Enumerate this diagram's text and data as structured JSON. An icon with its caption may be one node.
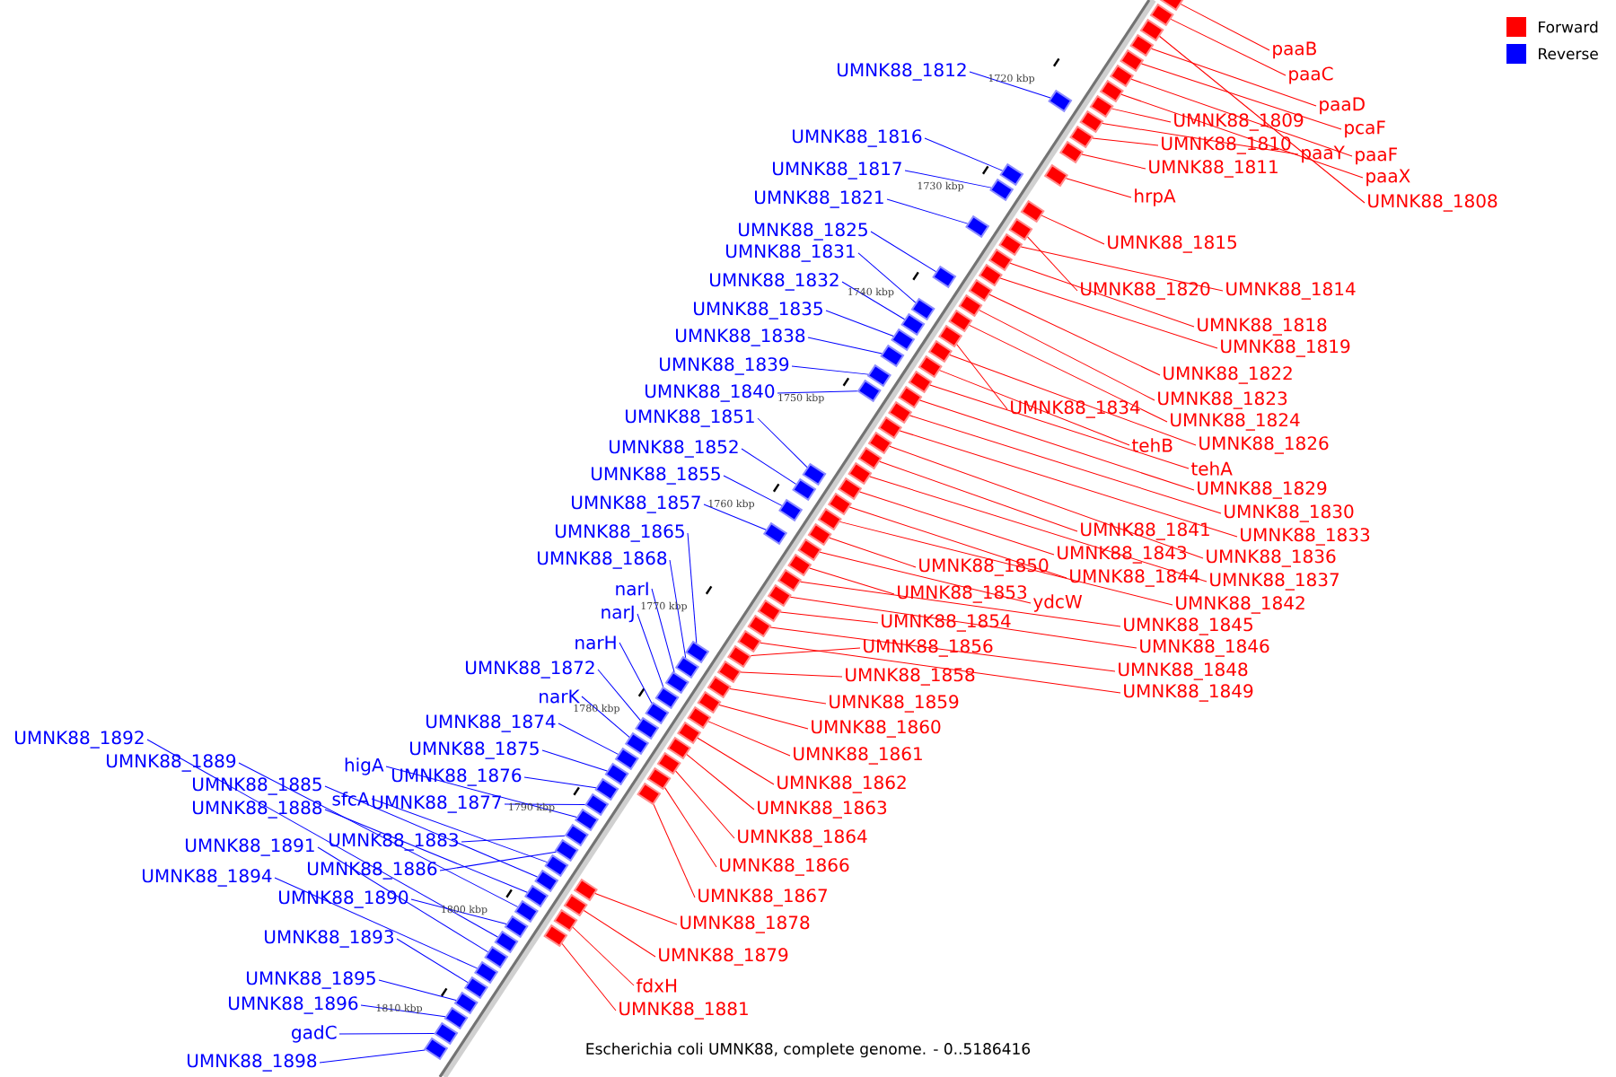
{
  "diagram": {
    "caption": "Escherichia coli UMNK88, complete genome. - 0..5186416",
    "nodes": [
      {
        "text": [
          "UMNK88_1812"
        ]
      },
      {
        "text": [
          "UMNK88_1816"
        ]
      },
      {
        "text": [
          "UMNK88_1817"
        ]
      },
      {
        "text": [
          "UMNK88_1821"
        ]
      },
      {
        "text": [
          "UMNK88_1825"
        ]
      },
      {
        "text": [
          "UMNK88_1831"
        ]
      },
      {
        "text": [
          "UMNK88_1832"
        ]
      },
      {
        "text": [
          "UMNK88_1835"
        ]
      },
      {
        "text": [
          "UMNK88_1838"
        ]
      },
      {
        "text": [
          "UMNK88_1839"
        ]
      },
      {
        "text": [
          "UMNK88_1840"
        ]
      },
      {
        "text": [
          "UMNK88_1851"
        ]
      },
      {
        "text": [
          "UMNK88_1852"
        ]
      },
      {
        "text": [
          "UMNK88_1855"
        ]
      },
      {
        "text": [
          "UMNK88_1857"
        ]
      },
      {
        "text": [
          "UMNK88_1865"
        ]
      },
      {
        "text": [
          "UMNK88_1868"
        ]
      },
      {
        "text": [
          "narI"
        ]
      },
      {
        "text": [
          "narJ"
        ]
      },
      {
        "text": [
          "narH"
        ]
      },
      {
        "text": [
          "UMNK88_1872"
        ]
      },
      {
        "text": [
          "narK"
        ]
      },
      {
        "text": [
          "UMNK88_1874"
        ]
      },
      {
        "text": [
          "UMNK88_1875"
        ]
      },
      {
        "text": [
          "UMNK88_1876"
        ]
      },
      {
        "text": [
          "UMNK88_1877"
        ]
      },
      {
        "text": [
          "higA"
        ]
      },
      {
        "text": [
          "sfcA"
        ]
      },
      {
        "text": [
          "UMNK88_1883"
        ]
      },
      {
        "text": [
          "UMNK88_1885"
        ]
      },
      {
        "text": [
          "UMNK88_1888"
        ]
      },
      {
        "text": [
          "UMNK88_1886"
        ]
      },
      {
        "text": [
          "UMNK88_1889"
        ]
      },
      {
        "text": [
          "UMNK88_1892"
        ]
      },
      {
        "text": [
          "UMNK88_1891"
        ]
      },
      {
        "text": [
          "UMNK88_1894"
        ]
      },
      {
        "text": [
          "UMNK88_1890"
        ]
      },
      {
        "text": [
          "UMNK88_1893"
        ]
      },
      {
        "text": [
          "UMNK88_1895"
        ]
      },
      {
        "text": [
          "UMNK88_1896"
        ]
      },
      {
        "text": [
          "gadC"
        ]
      },
      {
        "text": [
          "UMNK88_1898"
        ]
      },
      {
        "text": [
          "paaB"
        ]
      },
      {
        "text": [
          "paaC"
        ]
      },
      {
        "text": [
          "paaD"
        ]
      },
      {
        "text": [
          "pcaF"
        ]
      },
      {
        "text": [
          "paaF"
        ]
      },
      {
        "text": [
          "paaX"
        ]
      },
      {
        "text": [
          "UMNK88_1808"
        ]
      },
      {
        "text": [
          "UMNK88_1809"
        ]
      },
      {
        "text": [
          "UMNK88_1810"
        ]
      },
      {
        "text": [
          "paaY"
        ]
      },
      {
        "text": [
          "UMNK88_1811"
        ]
      },
      {
        "text": [
          "hrpA"
        ]
      },
      {
        "text": [
          "UMNK88_1815"
        ]
      },
      {
        "text": [
          "UMNK88_1820"
        ]
      },
      {
        "text": [
          "UMNK88_1814"
        ]
      },
      {
        "text": [
          "UMNK88_1818"
        ]
      },
      {
        "text": [
          "UMNK88_1819"
        ]
      },
      {
        "text": [
          "UMNK88_1822"
        ]
      },
      {
        "text": [
          "UMNK88_1823"
        ]
      },
      {
        "text": [
          "UMNK88_1834"
        ]
      },
      {
        "text": [
          "UMNK88_1824"
        ]
      },
      {
        "text": [
          "tehB"
        ]
      },
      {
        "text": [
          "UMNK88_1826"
        ]
      },
      {
        "text": [
          "tehA"
        ]
      },
      {
        "text": [
          "UMNK88_1829"
        ]
      },
      {
        "text": [
          "UMNK88_1830"
        ]
      },
      {
        "text": [
          "UMNK88_1833"
        ]
      },
      {
        "text": [
          "UMNK88_1841"
        ]
      },
      {
        "text": [
          "UMNK88_1843"
        ]
      },
      {
        "text": [
          "UMNK88_1836"
        ]
      },
      {
        "text": [
          "UMNK88_1850"
        ]
      },
      {
        "text": [
          "UMNK88_1844"
        ]
      },
      {
        "text": [
          "UMNK88_1837"
        ]
      },
      {
        "text": [
          "UMNK88_1853"
        ]
      },
      {
        "text": [
          "ydcW"
        ]
      },
      {
        "text": [
          "UMNK88_1842"
        ]
      },
      {
        "text": [
          "UMNK88_1854"
        ]
      },
      {
        "text": [
          "UMNK88_1845"
        ]
      },
      {
        "text": [
          "UMNK88_1856"
        ]
      },
      {
        "text": [
          "UMNK88_1846"
        ]
      },
      {
        "text": [
          "UMNK88_1848"
        ]
      },
      {
        "text": [
          "UMNK88_1858"
        ]
      },
      {
        "text": [
          "UMNK88_1849"
        ]
      },
      {
        "text": [
          "UMNK88_1859"
        ]
      },
      {
        "text": [
          "UMNK88_1860"
        ]
      },
      {
        "text": [
          "UMNK88_1861"
        ]
      },
      {
        "text": [
          "UMNK88_1862"
        ]
      },
      {
        "text": [
          "UMNK88_1863"
        ]
      },
      {
        "text": [
          "UMNK88_1864"
        ]
      },
      {
        "text": [
          "UMNK88_1866"
        ]
      },
      {
        "text": [
          "UMNK88_1867"
        ]
      },
      {
        "text": [
          "UMNK88_1878"
        ]
      },
      {
        "text": [
          "UMNK88_1879"
        ]
      },
      {
        "text": [
          "fdxH"
        ]
      },
      {
        "text": [
          "UMNK88_1881"
        ]
      },
      {
        "text": [],
        "shape": "bar"
      },
      {
        "text": [],
        "shape": "bar"
      },
      {
        "text": [],
        "shape": "bar"
      },
      {
        "text": [],
        "shape": "bar"
      },
      {
        "text": [],
        "shape": "bar"
      },
      {
        "text": [],
        "shape": "bar"
      },
      {
        "text": [],
        "shape": "bar"
      },
      {
        "text": [],
        "shape": "bar"
      },
      {
        "text": [],
        "shape": "bar"
      },
      {
        "text": [],
        "shape": "bar"
      },
      {
        "text": [],
        "shape": "bar"
      },
      {
        "text": [],
        "shape": "bar"
      },
      {
        "text": [],
        "shape": "bar"
      },
      {
        "text": [],
        "shape": "bar"
      },
      {
        "text": [],
        "shape": "bar"
      },
      {
        "text": [],
        "shape": "bar"
      },
      {
        "text": [],
        "shape": "bar"
      },
      {
        "text": [],
        "shape": "bar"
      },
      {
        "text": [],
        "shape": "bar"
      },
      {
        "text": [],
        "shape": "bar"
      },
      {
        "text": [],
        "shape": "bar"
      },
      {
        "text": [],
        "shape": "bar"
      },
      {
        "text": [],
        "shape": "bar"
      },
      {
        "text": [],
        "shape": "bar"
      },
      {
        "text": [],
        "shape": "bar"
      },
      {
        "text": [],
        "shape": "bar"
      },
      {
        "text": [],
        "shape": "bar"
      },
      {
        "text": [],
        "shape": "bar"
      },
      {
        "text": [],
        "shape": "bar"
      },
      {
        "text": [],
        "shape": "bar"
      },
      {
        "text": [],
        "shape": "bar"
      },
      {
        "text": [],
        "shape": "bar"
      },
      {
        "text": [],
        "shape": "bar"
      },
      {
        "text": [],
        "shape": "bar"
      },
      {
        "text": [],
        "shape": "bar"
      },
      {
        "text": [],
        "shape": "bar"
      },
      {
        "text": [],
        "shape": "bar"
      },
      {
        "text": [],
        "shape": "bar"
      },
      {
        "text": [],
        "shape": "bar"
      },
      {
        "text": [],
        "shape": "bar"
      },
      {
        "text": [],
        "shape": "bar"
      },
      {
        "text": [],
        "shape": "bar"
      },
      {
        "text": [],
        "shape": "bar"
      },
      {
        "text": [],
        "shape": "bar"
      },
      {
        "text": [],
        "shape": "bar"
      },
      {
        "text": [],
        "shape": "bar"
      },
      {
        "text": [],
        "shape": "bar"
      },
      {
        "text": [],
        "shape": "bar"
      },
      {
        "text": [],
        "shape": "bar"
      },
      {
        "text": [],
        "shape": "bar"
      },
      {
        "text": [],
        "shape": "bar"
      },
      {
        "text": [],
        "shape": "bar"
      },
      {
        "text": [],
        "shape": "bar"
      },
      {
        "text": [],
        "shape": "bar"
      },
      {
        "text": [],
        "shape": "bar"
      },
      {
        "text": [],
        "shape": "bar"
      },
      {
        "text": [],
        "shape": "bar"
      },
      {
        "text": [],
        "shape": "bar"
      },
      {
        "text": [],
        "shape": "bar"
      },
      {
        "text": [],
        "shape": "bar"
      },
      {
        "text": [],
        "shape": "bar"
      },
      {
        "text": [],
        "shape": "bar"
      },
      {
        "text": [],
        "shape": "bar"
      },
      {
        "text": [],
        "shape": "bar"
      },
      {
        "text": [],
        "shape": "bar"
      },
      {
        "text": [],
        "shape": "bar"
      },
      {
        "text": [],
        "shape": "bar"
      },
      {
        "text": [],
        "shape": "bar"
      },
      {
        "text": [],
        "shape": "bar"
      },
      {
        "text": [],
        "shape": "bar"
      },
      {
        "text": [],
        "shape": "bar"
      },
      {
        "text": [],
        "shape": "bar"
      },
      {
        "text": [],
        "shape": "bar"
      },
      {
        "text": [],
        "shape": "bar"
      },
      {
        "text": [],
        "shape": "bar"
      },
      {
        "text": [],
        "shape": "bar"
      },
      {
        "text": [],
        "shape": "bar"
      },
      {
        "text": [],
        "shape": "bar"
      },
      {
        "text": [],
        "shape": "bar"
      },
      {
        "text": [],
        "shape": "bar"
      },
      {
        "text": [],
        "shape": "bar"
      },
      {
        "text": [],
        "shape": "bar"
      },
      {
        "text": [],
        "shape": "bar"
      },
      {
        "text": [],
        "shape": "bar"
      },
      {
        "text": [],
        "shape": "bar"
      },
      {
        "text": [],
        "shape": "bar"
      },
      {
        "text": [],
        "shape": "bar"
      },
      {
        "text": [],
        "shape": "bar"
      },
      {
        "text": [],
        "shape": "bar"
      },
      {
        "text": [],
        "shape": "bar"
      },
      {
        "text": [],
        "shape": "bar"
      },
      {
        "text": [],
        "shape": "bar"
      },
      {
        "text": [],
        "shape": "bar"
      },
      {
        "text": [],
        "shape": "bar"
      },
      {
        "text": [],
        "shape": "bar"
      },
      {
        "text": [],
        "shape": "bar"
      },
      {
        "text": [],
        "shape": "bar"
      }
    ],
    "edges": [
      {
        "from": 0,
        "to": 97,
        "arrow": "none",
        "color": "#0000ff"
      },
      {
        "from": 1,
        "to": 98,
        "arrow": "none",
        "color": "#0000ff"
      },
      {
        "from": 2,
        "to": 99,
        "arrow": "none",
        "color": "#0000ff"
      },
      {
        "from": 3,
        "to": 100,
        "arrow": "none",
        "color": "#0000ff"
      },
      {
        "from": 4,
        "to": 101,
        "arrow": "none",
        "color": "#0000ff"
      },
      {
        "from": 5,
        "to": 102,
        "arrow": "none",
        "color": "#0000ff"
      },
      {
        "from": 6,
        "to": 103,
        "arrow": "none",
        "color": "#0000ff"
      },
      {
        "from": 7,
        "to": 104,
        "arrow": "none",
        "color": "#0000ff"
      },
      {
        "from": 8,
        "to": 105,
        "arrow": "none",
        "color": "#0000ff"
      },
      {
        "from": 9,
        "to": 106,
        "arrow": "none",
        "color": "#0000ff"
      },
      {
        "from": 10,
        "to": 107,
        "arrow": "none",
        "color": "#0000ff"
      },
      {
        "from": 11,
        "to": 108,
        "arrow": "none",
        "color": "#0000ff"
      },
      {
        "from": 12,
        "to": 109,
        "arrow": "none",
        "color": "#0000ff"
      },
      {
        "from": 13,
        "to": 110,
        "arrow": "none",
        "color": "#0000ff"
      },
      {
        "from": 14,
        "to": 111,
        "arrow": "none",
        "color": "#0000ff"
      },
      {
        "from": 15,
        "to": 112,
        "arrow": "none",
        "color": "#0000ff"
      },
      {
        "from": 16,
        "to": 113,
        "arrow": "none",
        "color": "#0000ff"
      },
      {
        "from": 17,
        "to": 114,
        "arrow": "none",
        "color": "#0000ff"
      },
      {
        "from": 18,
        "to": 115,
        "arrow": "none",
        "color": "#0000ff"
      },
      {
        "from": 19,
        "to": 116,
        "arrow": "none",
        "color": "#0000ff"
      },
      {
        "from": 20,
        "to": 117,
        "arrow": "none",
        "color": "#0000ff"
      },
      {
        "from": 21,
        "to": 118,
        "arrow": "none",
        "color": "#0000ff"
      },
      {
        "from": 22,
        "to": 119,
        "arrow": "none",
        "color": "#0000ff"
      },
      {
        "from": 23,
        "to": 120,
        "arrow": "none",
        "color": "#0000ff"
      },
      {
        "from": 24,
        "to": 121,
        "arrow": "none",
        "color": "#0000ff"
      },
      {
        "from": 25,
        "to": 122,
        "arrow": "none",
        "color": "#0000ff"
      },
      {
        "from": 26,
        "to": 123,
        "arrow": "none",
        "color": "#0000ff"
      },
      {
        "from": 27,
        "to": 124,
        "arrow": "none",
        "color": "#0000ff"
      },
      {
        "from": 28,
        "to": 125,
        "arrow": "none",
        "color": "#0000ff"
      },
      {
        "from": 29,
        "to": 126,
        "arrow": "none",
        "color": "#0000ff"
      },
      {
        "from": 30,
        "to": 127,
        "arrow": "none",
        "color": "#0000ff"
      },
      {
        "from": 31,
        "to": 128,
        "arrow": "none",
        "color": "#0000ff"
      },
      {
        "from": 32,
        "to": 129,
        "arrow": "none",
        "color": "#0000ff"
      },
      {
        "from": 33,
        "to": 130,
        "arrow": "none",
        "color": "#0000ff"
      },
      {
        "from": 34,
        "to": 131,
        "arrow": "none",
        "color": "#0000ff"
      },
      {
        "from": 35,
        "to": 132,
        "arrow": "none",
        "color": "#0000ff"
      },
      {
        "from": 36,
        "to": 133,
        "arrow": "none",
        "color": "#0000ff"
      },
      {
        "from": 37,
        "to": 134,
        "arrow": "none",
        "color": "#0000ff"
      },
      {
        "from": 38,
        "to": 135,
        "arrow": "none",
        "color": "#0000ff"
      },
      {
        "from": 39,
        "to": 136,
        "arrow": "none",
        "color": "#0000ff"
      },
      {
        "from": 40,
        "to": 137,
        "arrow": "none",
        "color": "#0000ff"
      },
      {
        "from": 41,
        "to": 138,
        "arrow": "none",
        "color": "#0000ff"
      },
      {
        "from": 42,
        "to": 139,
        "arrow": "none"
      },
      {
        "from": 43,
        "to": 140,
        "arrow": "none"
      },
      {
        "from": 44,
        "to": 141,
        "arrow": "none"
      },
      {
        "from": 45,
        "to": 142,
        "arrow": "none"
      },
      {
        "from": 46,
        "to": 143,
        "arrow": "none"
      },
      {
        "from": 47,
        "to": 144,
        "arrow": "none"
      },
      {
        "from": 48,
        "to": 145,
        "arrow": "none"
      },
      {
        "from": 49,
        "to": 146,
        "arrow": "none"
      },
      {
        "from": 50,
        "to": 147,
        "arrow": "none"
      },
      {
        "from": 51,
        "to": 148,
        "arrow": "none"
      },
      {
        "from": 52,
        "to": 149,
        "arrow": "none"
      },
      {
        "from": 53,
        "to": 150,
        "arrow": "none"
      },
      {
        "from": 54,
        "to": 151,
        "arrow": "none"
      },
      {
        "from": 55,
        "to": 152,
        "arrow": "none"
      },
      {
        "from": 56,
        "to": 153,
        "arrow": "none"
      },
      {
        "from": 57,
        "to": 154,
        "arrow": "none"
      },
      {
        "from": 58,
        "to": 155,
        "arrow": "none"
      },
      {
        "from": 59,
        "to": 156,
        "arrow": "none"
      },
      {
        "from": 60,
        "to": 157,
        "arrow": "none"
      },
      {
        "from": 61,
        "to": 158,
        "arrow": "none"
      },
      {
        "from": 62,
        "to": 159,
        "arrow": "none"
      },
      {
        "from": 63,
        "to": 160,
        "arrow": "none"
      },
      {
        "from": 64,
        "to": 161,
        "arrow": "none"
      },
      {
        "from": 65,
        "to": 162,
        "arrow": "none"
      },
      {
        "from": 66,
        "to": 163,
        "arrow": "none"
      },
      {
        "from": 67,
        "to": 164,
        "arrow": "none"
      },
      {
        "from": 68,
        "to": 165,
        "arrow": "none"
      },
      {
        "from": 69,
        "to": 166,
        "arrow": "none"
      },
      {
        "from": 70,
        "to": 167,
        "arrow": "none"
      },
      {
        "from": 71,
        "to": 168,
        "arrow": "none"
      },
      {
        "from": 72,
        "to": 169,
        "arrow": "none"
      },
      {
        "from": 73,
        "to": 170,
        "arrow": "none"
      },
      {
        "from": 74,
        "to": 171,
        "arrow": "none"
      },
      {
        "from": 75,
        "to": 172,
        "arrow": "none"
      },
      {
        "from": 76,
        "to": 173,
        "arrow": "none"
      },
      {
        "from": 77,
        "to": 174,
        "arrow": "none"
      },
      {
        "from": 78,
        "to": 175,
        "arrow": "none"
      },
      {
        "from": 79,
        "to": 176,
        "arrow": "none"
      },
      {
        "from": 80,
        "to": 177,
        "arrow": "none"
      },
      {
        "from": 81,
        "to": 178,
        "arrow": "none"
      },
      {
        "from": 82,
        "to": 179,
        "arrow": "none"
      },
      {
        "from": 83,
        "to": 180,
        "arrow": "none"
      },
      {
        "from": 84,
        "to": 181,
        "arrow": "none"
      },
      {
        "from": 85,
        "to": 182,
        "arrow": "none"
      },
      {
        "from": 86,
        "to": 183,
        "arrow": "none"
      },
      {
        "from": 87,
        "to": 184,
        "arrow": "none"
      },
      {
        "from": 88,
        "to": 185,
        "arrow": "none"
      },
      {
        "from": 89,
        "to": 186,
        "arrow": "none"
      },
      {
        "from": 90,
        "to": 187,
        "arrow": "none"
      },
      {
        "from": 91,
        "to": 188,
        "arrow": "none"
      },
      {
        "from": 92,
        "to": 189,
        "arrow": "none"
      },
      {
        "from": 93,
        "to": 190,
        "arrow": "none"
      },
      {
        "from": 94,
        "to": 191,
        "arrow": "none"
      },
      {
        "from": 95,
        "to": 192,
        "arrow": "none"
      },
      {
        "from": 96,
        "to": 193,
        "arrow": "none"
      }
    ],
    "labels": [
      "1720 kbp",
      "1730 kbp",
      "1740 kbp",
      "1750 kbp",
      "1760 kbp",
      "1770 kbp",
      "1780 kbp",
      "1790 kbp",
      "1800 kbp",
      "1810 kbp"
    ],
    "legend": [
      {
        "text": "Forward",
        "color": "#ff0000"
      },
      {
        "text": "Reverse",
        "color": "#0000ff"
      }
    ]
  }
}
